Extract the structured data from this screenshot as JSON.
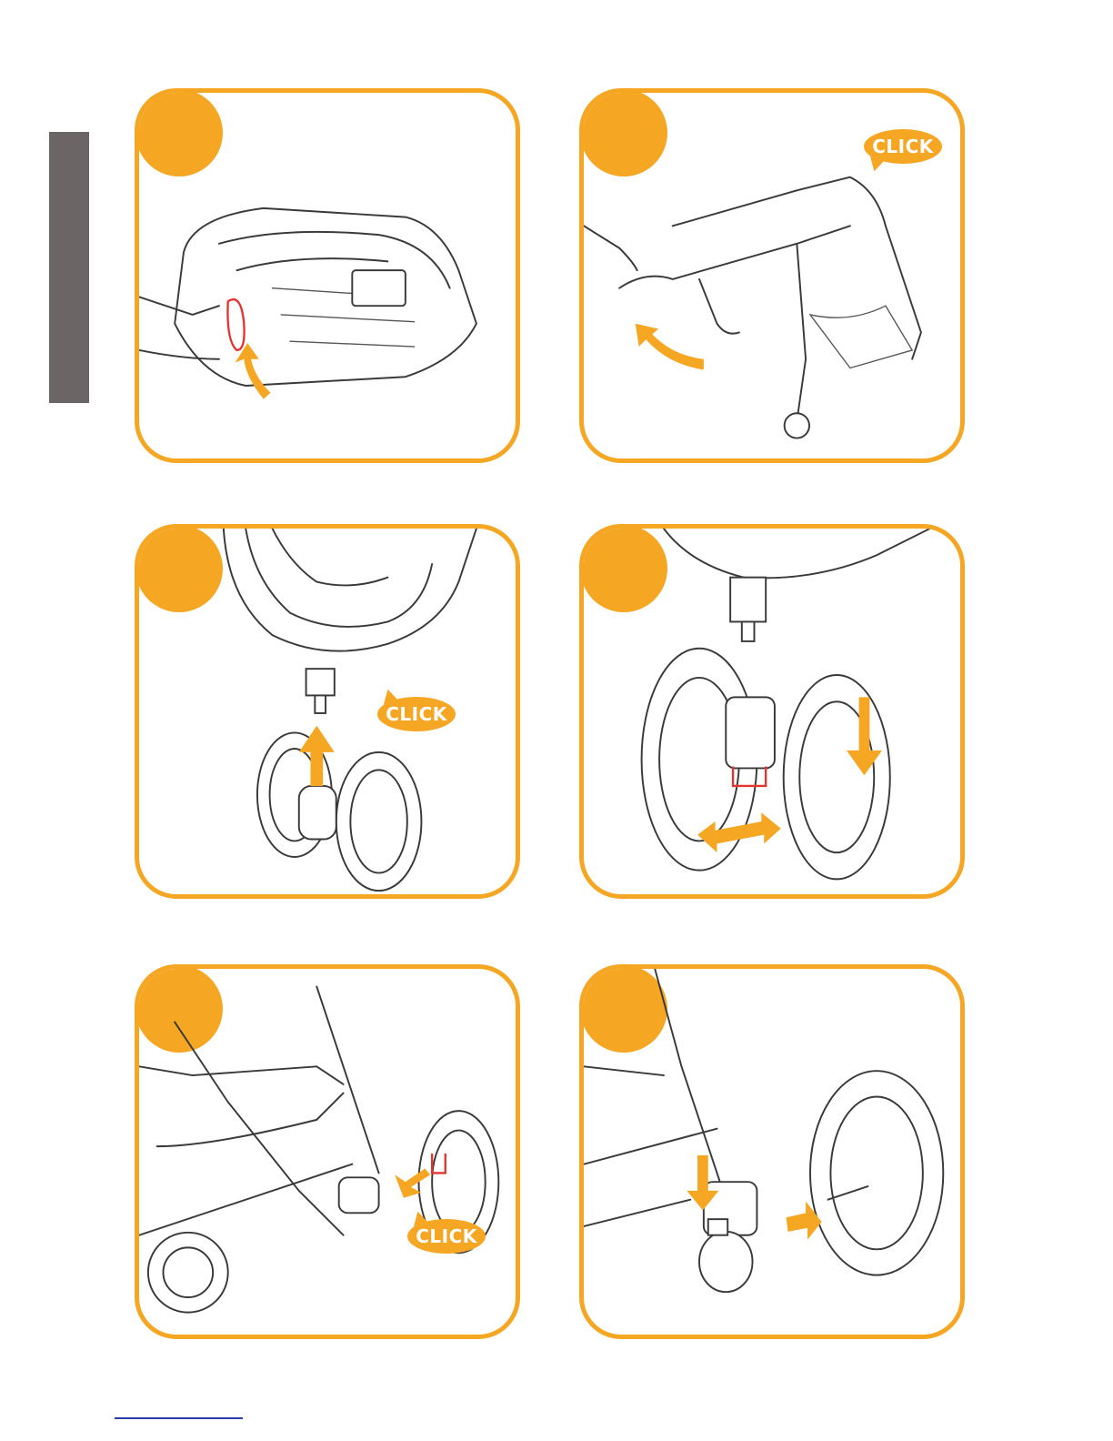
{
  "panels": [
    {
      "id": "step-1",
      "click_label": ""
    },
    {
      "id": "step-2",
      "click_label": "CLICK"
    },
    {
      "id": "step-3",
      "click_label": "CLICK"
    },
    {
      "id": "step-4",
      "click_label": ""
    },
    {
      "id": "step-5",
      "click_label": "CLICK"
    },
    {
      "id": "step-6",
      "click_label": ""
    }
  ],
  "colors": {
    "accent": "#f5a623",
    "tab": "#6b6566",
    "highlight": "#e3342f",
    "footer_rule": "#2a3aa8"
  }
}
